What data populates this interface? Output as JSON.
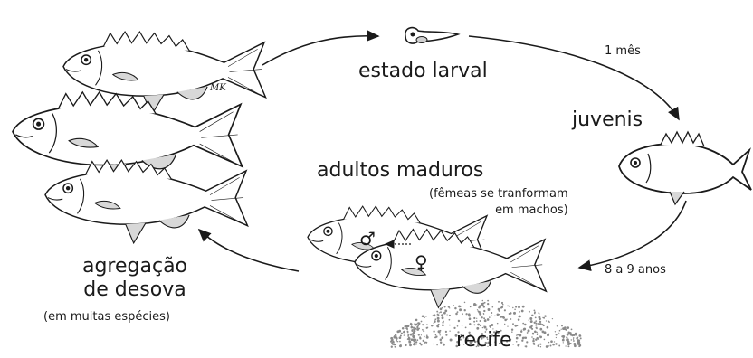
{
  "stages": {
    "larval": "estado larval",
    "juveniles": "juvenis",
    "adults": "adultos maduros",
    "adults_note": "(fêmeas se tranformam\nem machos)",
    "spawning_line1": "agregação",
    "spawning_line2": "de desova",
    "spawning_note": "(em muitas espécies)",
    "reef": "recife"
  },
  "durations": {
    "larval_to_juvenile": "1 mês",
    "juvenile_to_adult": "8 a 9 anos"
  },
  "symbols": {
    "male": "♂",
    "female": "♀"
  },
  "artist_initials": "MK",
  "colors": {
    "ink": "#1a1a1a",
    "fish_shade": "#cfcfcf",
    "background": "#ffffff"
  }
}
